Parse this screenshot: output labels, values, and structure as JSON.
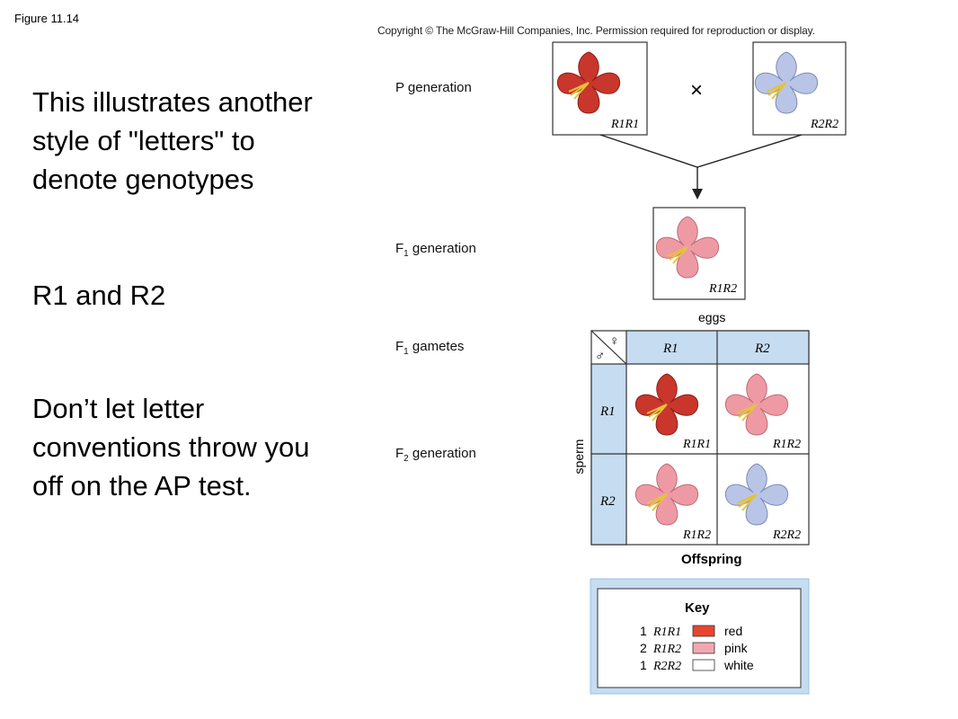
{
  "figure_label": "Figure 11.14",
  "text": {
    "intro": "This illustrates another style of \"letters\" to denote genotypes",
    "alleles": "R1 and R2",
    "warning": "Don’t let  letter conventions throw you off on the AP test."
  },
  "diagram": {
    "copyright": "Copyright © The McGraw-Hill Companies, Inc. Permission required for reproduction or display.",
    "labels": {
      "p_generation": "P generation",
      "f1_generation_prefix": "F",
      "f1_sub": "1",
      "f1_generation_suffix": " generation",
      "f1_gametes_suffix": " gametes",
      "f2_sub": "2",
      "cross_symbol": "×",
      "eggs": "eggs",
      "sperm": "sperm",
      "offspring": "Offspring",
      "female_symbol": "♀",
      "male_symbol": "♂"
    },
    "genotypes": {
      "R1R1": "R1R1",
      "R1R2": "R1R2",
      "R2R2": "R2R2",
      "R1": "R1",
      "R2": "R2"
    },
    "key": {
      "title": "Key",
      "rows": [
        {
          "count": "1",
          "genotype": "R1R1",
          "phenotype": "red",
          "color": "#e8452f"
        },
        {
          "count": "2",
          "genotype": "R1R2",
          "phenotype": "pink",
          "color": "#f2a7ae"
        },
        {
          "count": "1",
          "genotype": "R2R2",
          "phenotype": "white",
          "color": "#ffffff"
        }
      ]
    },
    "colors": {
      "red_flower": "#c9362b",
      "pink_flower": "#ee9aa4",
      "white_flower": "#b9c5e6",
      "table_header": "#c6dcf1",
      "key_border": "#9ec2e4"
    }
  }
}
